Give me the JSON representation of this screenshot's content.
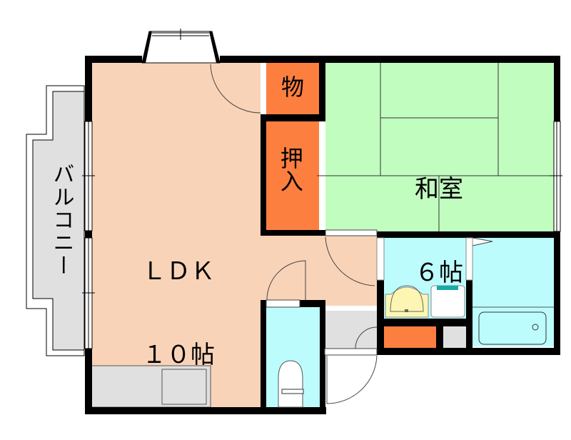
{
  "floorplan": {
    "colors": {
      "wall": "#000000",
      "ldk": "#f9d3b8",
      "washitsu": "#c2fdc0",
      "storage": "#fd7f40",
      "wet_area": "#bdfcfd",
      "balcony": "#e0e0e0",
      "kitchen_counter": "#e0e0e0",
      "sink_basin": "#fdf6b3",
      "washer_accent": "#18a9a9"
    },
    "rooms": {
      "ldk": {
        "name": "ＬＤＫ",
        "size": "１０帖"
      },
      "washitsu": {
        "name": "和室",
        "size": "６帖"
      },
      "mono": {
        "name": "物"
      },
      "oshiire": {
        "name": "押入"
      },
      "balcony": {
        "name": "バルコニー"
      }
    }
  }
}
